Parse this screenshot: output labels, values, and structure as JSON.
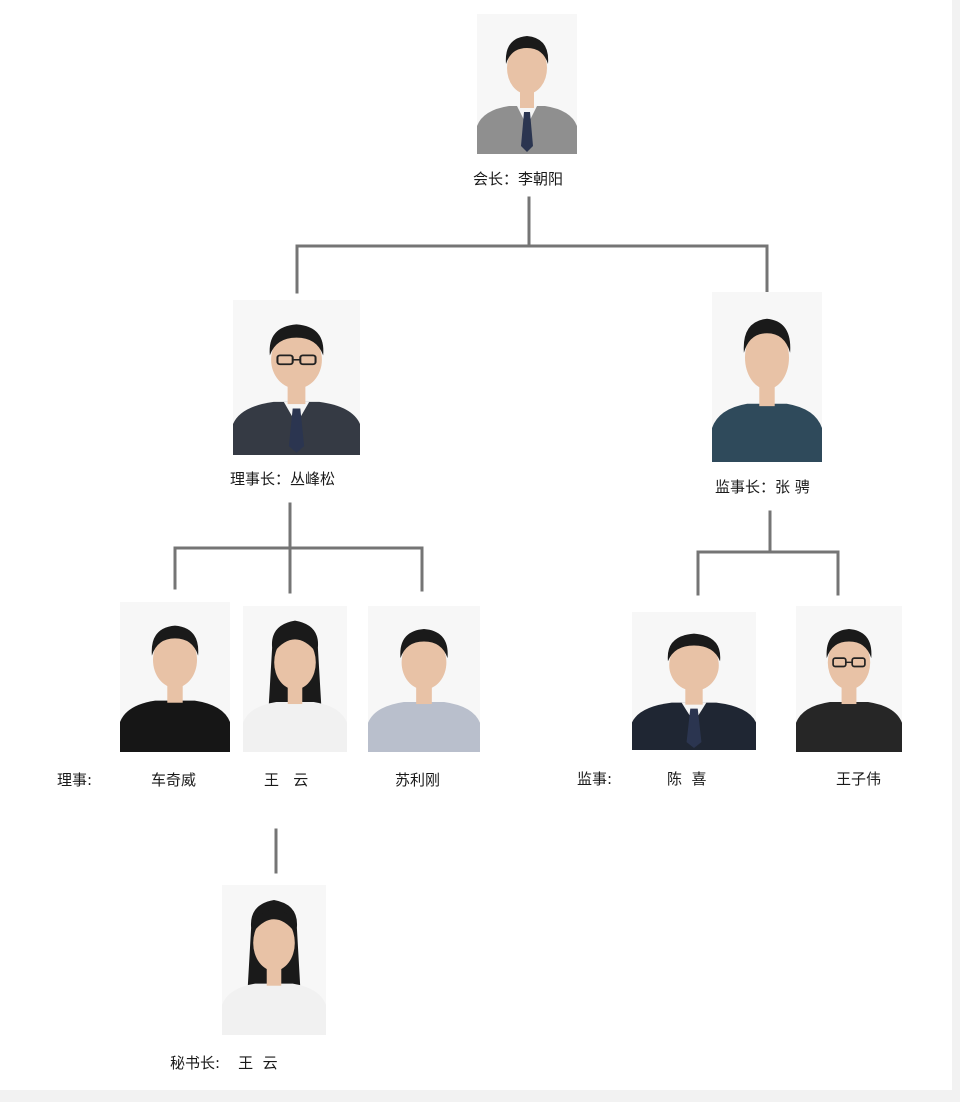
{
  "colors": {
    "connector": "#757575",
    "suit_grey": "#8f8f8f",
    "suit_dark": "#353a44",
    "suit_navy": "#1f2633",
    "shirt_teal": "#2f4a5b",
    "sweater_black": "#161616",
    "blouse_white": "#f1f1f1",
    "plaid": "#b9bfcc",
    "jacket_black": "#262626",
    "skin": "#e8c2a6",
    "hair": "#1a1a1a"
  },
  "president": {
    "role": "会长：",
    "name": "李朝阳"
  },
  "board_chair": {
    "role": "理事长：",
    "name": "丛峰松"
  },
  "supervisor_chair": {
    "role": "监事长：",
    "name": "张 骋"
  },
  "directors": {
    "role": "理事:",
    "members": [
      "车奇威",
      "王   云",
      "苏利刚"
    ]
  },
  "supervisors": {
    "role": "监事:",
    "members": [
      "陈  喜",
      "王子伟"
    ]
  },
  "secretary_general": {
    "role": "秘书长:",
    "name": "王  云"
  }
}
